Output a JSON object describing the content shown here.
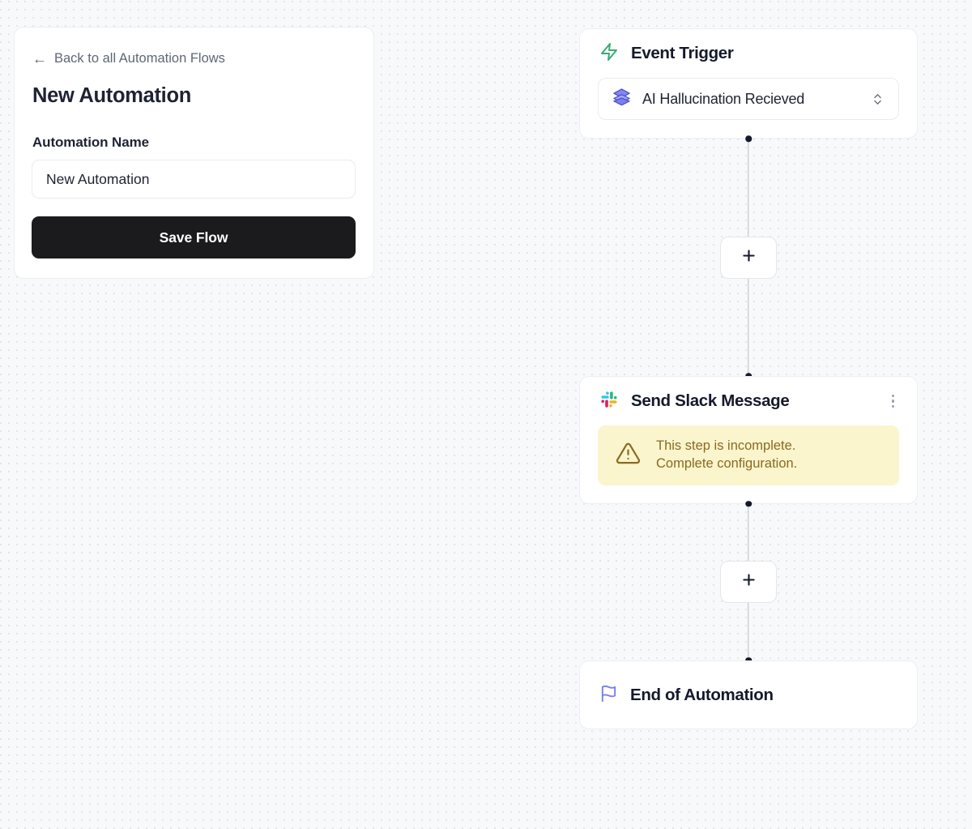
{
  "panel": {
    "back_link": "Back to all Automation Flows",
    "back_icon": "arrow-left-icon",
    "back_arrow_glyph": "←",
    "title": "New Automation",
    "field_label": "Automation Name",
    "name_value": "New Automation",
    "name_placeholder": "New Automation",
    "save_label": "Save Flow",
    "save_bg": "#1b1b1e"
  },
  "flow": {
    "nodes": [
      {
        "id": "trigger",
        "icon": "lightning-bolt-icon",
        "icon_color": "#3aab74",
        "title": "Event Trigger",
        "select": {
          "icon": "layers-stack-icon",
          "icon_color": "#7b7ff0",
          "value": "AI Hallucination Recieved",
          "chevron_icon": "chevrons-up-down-icon"
        }
      },
      {
        "id": "slack",
        "icon": "slack-logo-icon",
        "title": "Send Slack Message",
        "menu_icon": "kebab-menu-icon",
        "warning": {
          "icon": "alert-triangle-icon",
          "line1": "This step is incomplete.",
          "line2": "Complete configuration.",
          "bg": "#fbf5cd",
          "text_color": "#8a6a1f"
        }
      },
      {
        "id": "end",
        "icon": "flag-icon",
        "icon_color": "#7b7ff0",
        "title": "End of Automation"
      }
    ],
    "add_step_icon": "plus-icon",
    "add_step_label": "+",
    "connector_color": "#b9bdc6",
    "connector_dot_color": "#141a2b"
  },
  "canvas": {
    "background": "#f8f9fb",
    "dot_color": "#e3e5ea"
  },
  "slack_logo_colors": {
    "green": "#2eb67d",
    "blue": "#36c5f0",
    "red": "#e01e5a",
    "yellow": "#ecb22e"
  }
}
